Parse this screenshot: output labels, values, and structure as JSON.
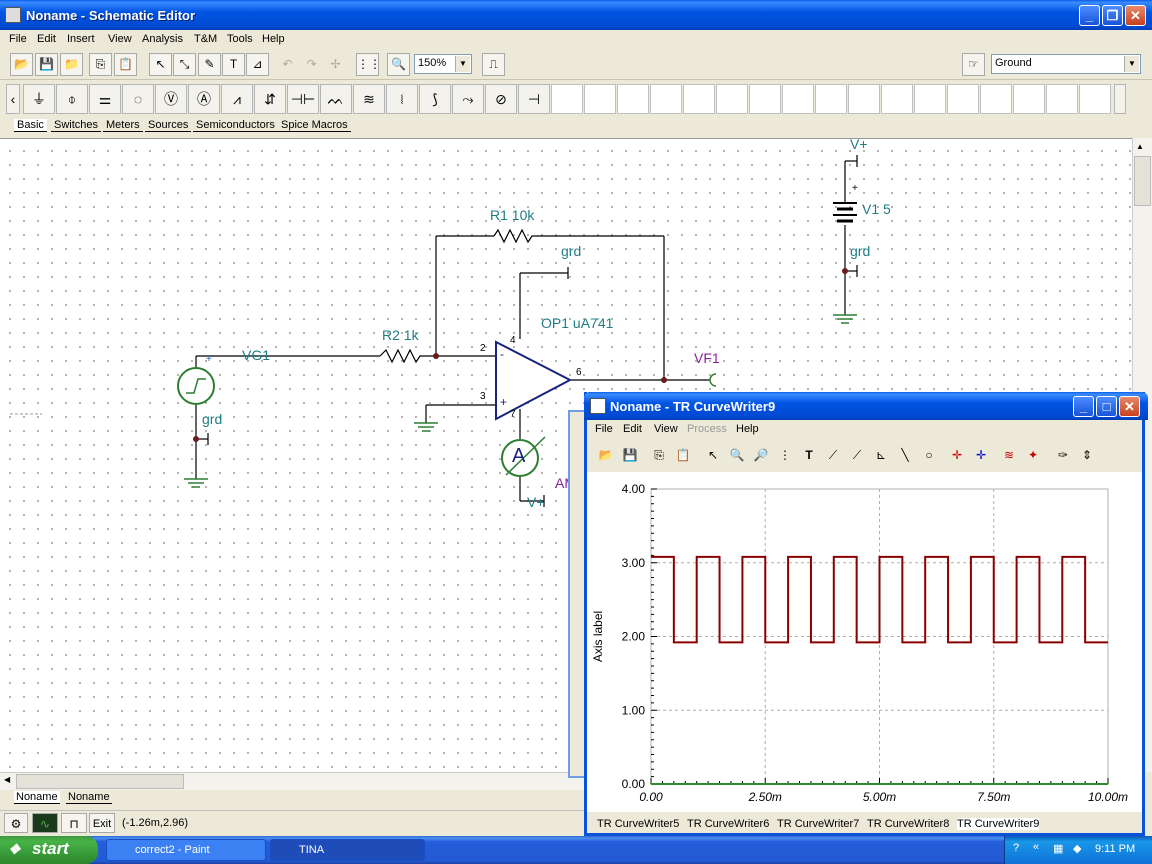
{
  "window": {
    "title": "Noname - Schematic Editor",
    "menu": [
      "File",
      "Edit",
      "Insert",
      "View",
      "Analysis",
      "T&M",
      "Tools",
      "Help"
    ],
    "zoom": "150%",
    "net_select": "Ground"
  },
  "toolbar_icons": [
    "open-icon",
    "save-icon",
    "open-folder-icon",
    "copy-icon",
    "paste-icon",
    "pointer-icon",
    "wire-icon",
    "pen-icon",
    "text-icon",
    "label-icon",
    "undo-icon",
    "redo-icon",
    "junction-icon",
    "grid-icon",
    "zoom-icon",
    "resistor-value-icon",
    "hand-icon"
  ],
  "component_tabs": [
    "Basic",
    "Switches",
    "Meters",
    "Sources",
    "Semiconductors",
    "Spice Macros"
  ],
  "sheet_tabs": [
    "Noname",
    "Noname"
  ],
  "status": {
    "buttons": [
      "Exit"
    ],
    "coords": "(-1.26m,2.96)"
  },
  "schematic": {
    "labels": {
      "r1": "R1 10k",
      "r2": "R2 1k",
      "op1": "OP1 uA741",
      "vg1": "VG1",
      "vf1": "VF1",
      "v1": "V1 5",
      "grd1": "grd",
      "grd2": "grd",
      "grd3": "grd",
      "vplus1": "V+",
      "vplus2": "V+",
      "am": "AM",
      "ammeter": "A",
      "plus_sign": "+",
      "pin2": "2",
      "pin3": "3",
      "pin4": "4",
      "pin6": "6",
      "pin7": "7",
      "plus_in": "+",
      "minus_in": "-",
      "plus_pwr": "+"
    }
  },
  "curvewriter": {
    "title": "Noname - TR CurveWriter9",
    "menu": [
      "File",
      "Edit",
      "View",
      "Process",
      "Help"
    ],
    "tabs": [
      "TR CurveWriter5",
      "TR CurveWriter6",
      "TR CurveWriter7",
      "TR CurveWriter8",
      "TR CurveWriter9"
    ]
  },
  "chart_data": {
    "type": "line",
    "ylabel": "Axis label",
    "xlabel": "",
    "x_ticks": [
      "0.00",
      "2.50m",
      "5.00m",
      "7.50m",
      "10.00m"
    ],
    "y_ticks": [
      "0.00",
      "1.00",
      "2.00",
      "3.00",
      "4.00"
    ],
    "xlim": [
      0,
      0.01
    ],
    "ylim": [
      0,
      4
    ],
    "grid": true,
    "series": [
      {
        "color": "#8B0000",
        "kind": "square",
        "high": 3.08,
        "low": 1.92,
        "period": 0.001,
        "duty": 0.5,
        "start_high": true
      },
      {
        "color": "#2E8B2E",
        "kind": "constant",
        "value": 0.0
      }
    ]
  },
  "taskbar": {
    "start": "start",
    "tasks": [
      "correct2 - Paint",
      "TINA"
    ],
    "clock": "9:11 PM"
  }
}
